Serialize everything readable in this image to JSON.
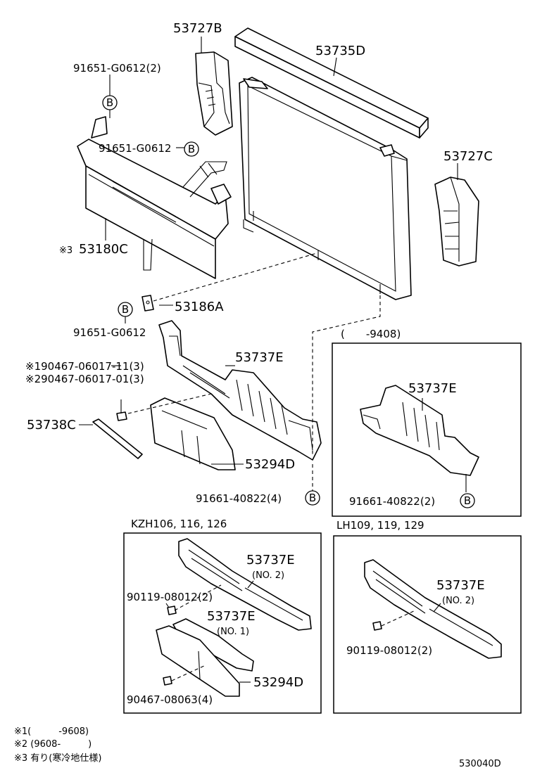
{
  "labels": {
    "p_53727B": "53727B",
    "p_53735D": "53735D",
    "p_91651_G0612_2": "91651-G0612(2)",
    "p_91651_G0612_mid": "91651-G0612",
    "p_53727C": "53727C",
    "p_53180C_mark": "※3",
    "p_53180C": "53180C",
    "p_53186A": "53186A",
    "p_91651_G0612_low": "91651-G0612",
    "p_53737E_main": "53737E",
    "p_90467_1": "※190467-06017-11(3)",
    "p_90467_2": "※290467-06017-01(3)",
    "p_53738C": "53738C",
    "p_53294D_main": "53294D",
    "p_91661_4": "91661-40822(4)",
    "box1_header": "(　　-9408)",
    "box1_53737E": "53737E",
    "box1_91661": "91661-40822(2)",
    "box2_header": "KZH106, 116, 126",
    "box2_53737E_no2": "53737E",
    "box2_no2": "(NO. 2)",
    "box2_90119": "90119-08012(2)",
    "box2_53737E_no1": "53737E",
    "box2_no1": "(NO. 1)",
    "box2_53294D": "53294D",
    "box2_90467": "90467-08063(4)",
    "box3_header": "LH109, 119, 129",
    "box3_53737E": "53737E",
    "box3_no2": "(NO. 2)",
    "box3_90119": "90119-08012(2)",
    "ref_B": "B"
  },
  "notes": {
    "n1": "※1(　　　-9608)",
    "n2": "※2 (9608-　　　)",
    "n3": "※3 有り(寒冷地仕様)"
  },
  "diagram_code": "530040D"
}
